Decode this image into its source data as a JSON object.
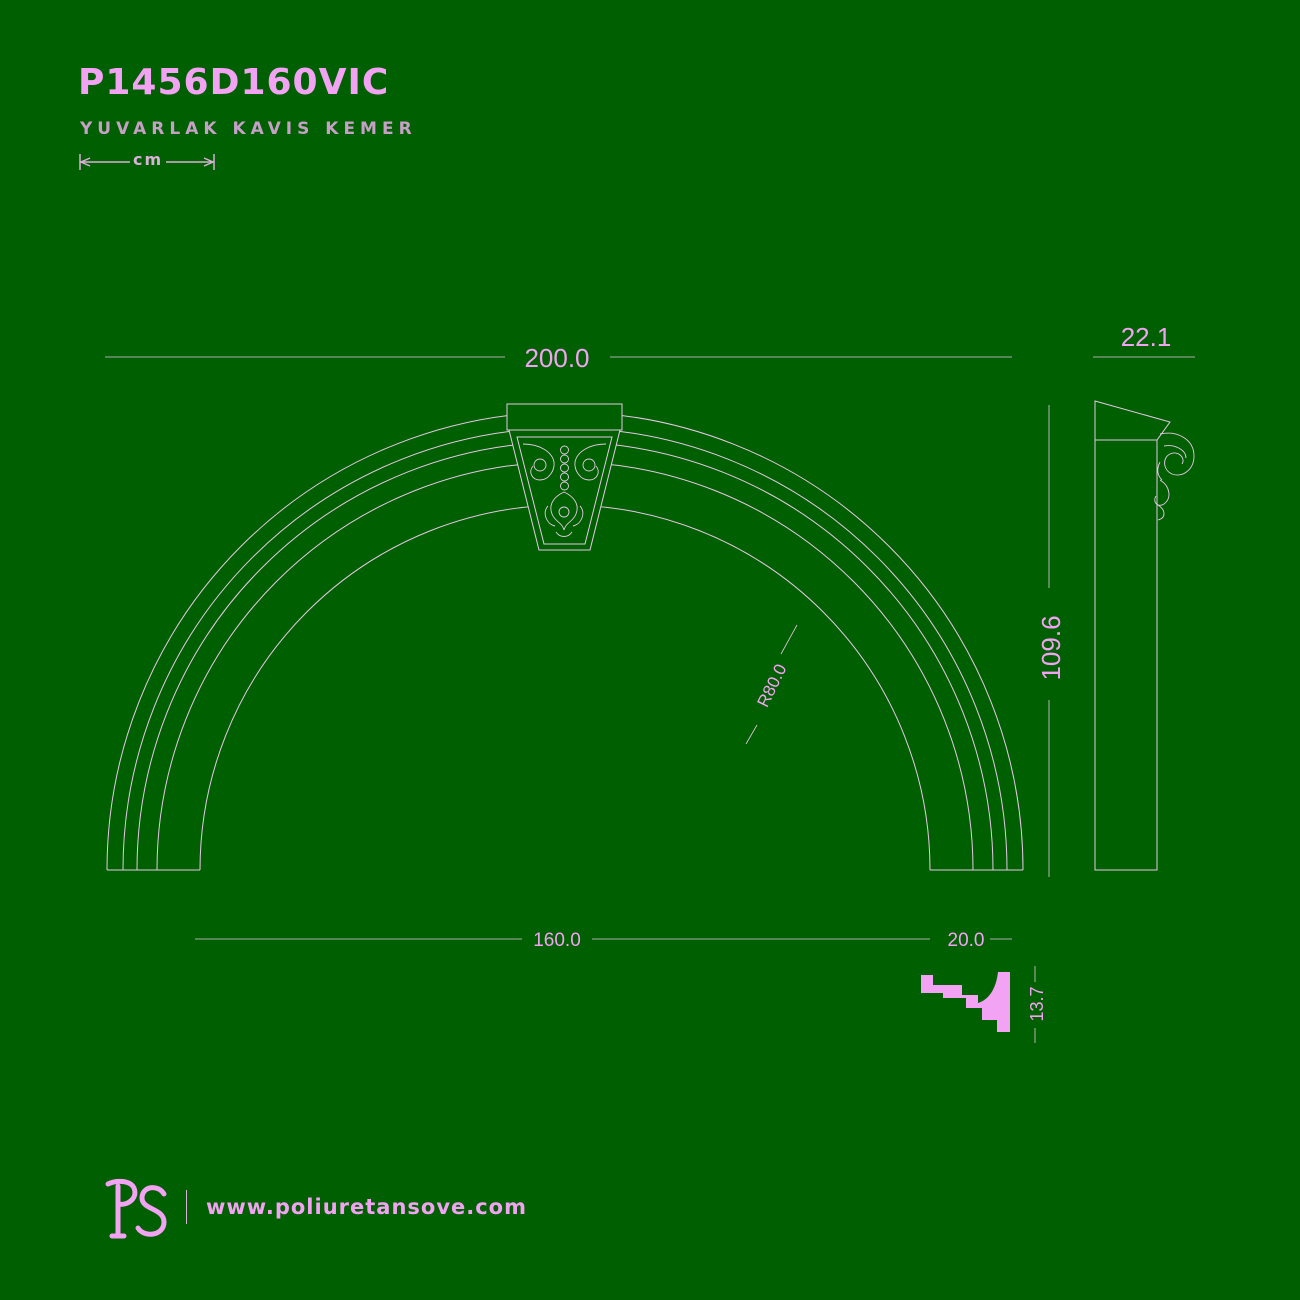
{
  "header": {
    "product_code": "P1456D160VIC",
    "product_name": "YUVARLAK KAVIS KEMER",
    "unit": "cm"
  },
  "dimensions": {
    "overall_width": "200.0",
    "side_depth": "22.1",
    "overall_height": "109.6",
    "radius": "R80.0",
    "inner_span": "160.0",
    "profile_width": "20.0",
    "profile_height": "13.7"
  },
  "footer": {
    "logo_text": "PS",
    "website": "www.poliuretansove.com"
  },
  "colors": {
    "background": "#005f00",
    "accent": "#f3a3f3",
    "line": "#e6c8e6"
  }
}
